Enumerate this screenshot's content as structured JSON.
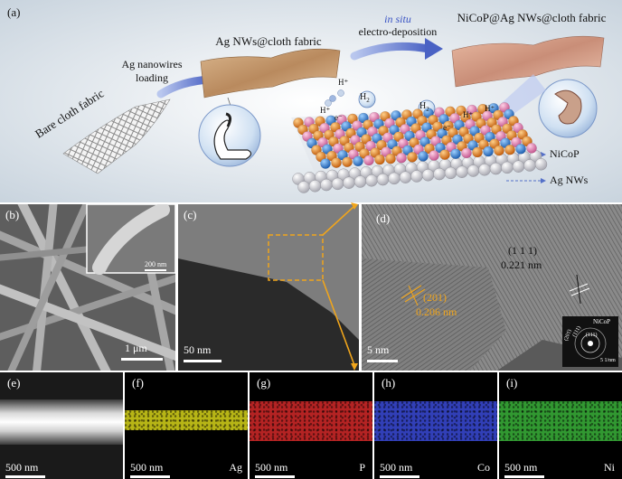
{
  "panel_a": {
    "label": "(a)",
    "bare_fabric": "Bare cloth fabric",
    "step1_line1": "Ag nanowires",
    "step1_line2": "loading",
    "stage2_title": "Ag NWs@cloth fabric",
    "step2_line1": "in situ",
    "step2_line2": "electro-deposition",
    "stage3_title": "NiCoP@Ag NWs@cloth fabric",
    "h2_a": "H",
    "h2_a_sub": "2",
    "h2_b": "H",
    "h2_b_sub": "2",
    "hplus_1": "H⁺",
    "hplus_2": "H⁺",
    "hplus_3": "H⁺",
    "hplus_4": "H⁺",
    "e_minus_1": "e⁻",
    "e_minus_2": "e⁻",
    "legend_nicop": "NiCoP",
    "legend_agnws": "Ag NWs",
    "colors": {
      "nickel_blue": "#2f77c9",
      "cobalt_orange": "#e07c1b",
      "phos_pink": "#e67fb2",
      "silver": "#e9e9ee",
      "arrow_blue": "#5470c8"
    }
  },
  "panel_b": {
    "label": "(b)",
    "inset_scale": "200 nm",
    "scale": "1 μm"
  },
  "panel_c": {
    "label": "(c)",
    "scale": "50 nm",
    "box_color": "#f0a51c"
  },
  "panel_d": {
    "label": "(d)",
    "plane_111_label": "(1 1 1)",
    "plane_111_d": "0.221 nm",
    "plane_201_label": "(201)",
    "plane_201_d": "0.206 nm",
    "scale": "5 nm",
    "inset_title": "NiCoP",
    "inset_r1": "(201)",
    "inset_r2": "(111)",
    "inset_r3": "(111)",
    "inset_scale": "5 1/nm"
  },
  "panel_e": {
    "label": "(e)",
    "scale": "500 nm"
  },
  "panel_f": {
    "label": "(f)",
    "scale": "500 nm",
    "element": "Ag",
    "color": "#d8d51a"
  },
  "panel_g": {
    "label": "(g)",
    "scale": "500 nm",
    "element": "P",
    "color": "#d42a2a"
  },
  "panel_h": {
    "label": "(h)",
    "scale": "500 nm",
    "element": "Co",
    "color": "#3a4ad8"
  },
  "panel_i": {
    "label": "(i)",
    "scale": "500 nm",
    "element": "Ni",
    "color": "#3ab33a"
  }
}
